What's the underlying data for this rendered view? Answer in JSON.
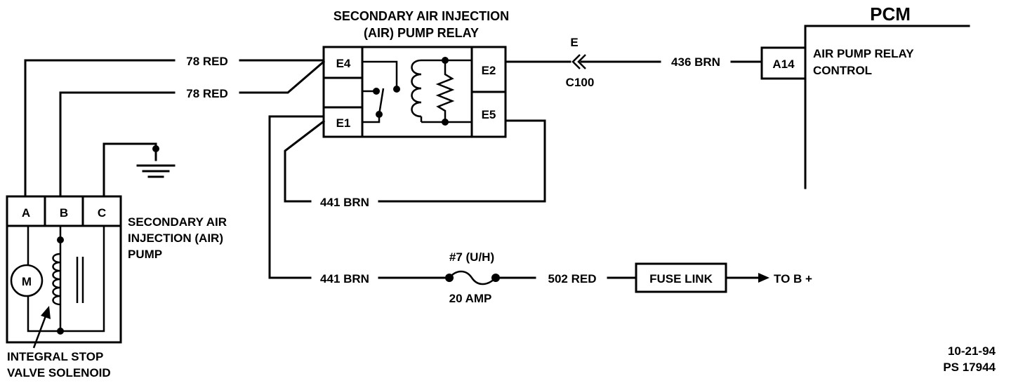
{
  "relay": {
    "title_line1": "SECONDARY AIR INJECTION",
    "title_line2": "(AIR) PUMP RELAY",
    "pins": {
      "e4": "E4",
      "e1": "E1",
      "e2": "E2",
      "e5": "E5"
    }
  },
  "pcm": {
    "title": "PCM",
    "pin": "A14",
    "pin_label_line1": "AIR PUMP RELAY",
    "pin_label_line2": "CONTROL"
  },
  "connector": {
    "letter": "E",
    "name": "C100"
  },
  "pump": {
    "pins": {
      "a": "A",
      "b": "B",
      "c": "C"
    },
    "label_line1": "SECONDARY AIR",
    "label_line2": "INJECTION (AIR)",
    "label_line3": "PUMP",
    "motor": "M",
    "solenoid_line1": "INTEGRAL STOP",
    "solenoid_line2": "VALVE SOLENOID"
  },
  "wires": {
    "w1": "78 RED",
    "w2": "78 RED",
    "w3": "436 BRN",
    "w4": "441 BRN",
    "w5": "441 BRN",
    "w6": "502 RED"
  },
  "fuse": {
    "name": "#7 (U/H)",
    "rating": "20 AMP"
  },
  "fuse_link": "FUSE LINK",
  "to_battery": "TO B +",
  "footer": {
    "date": "10-21-94",
    "code": "PS 17944"
  }
}
